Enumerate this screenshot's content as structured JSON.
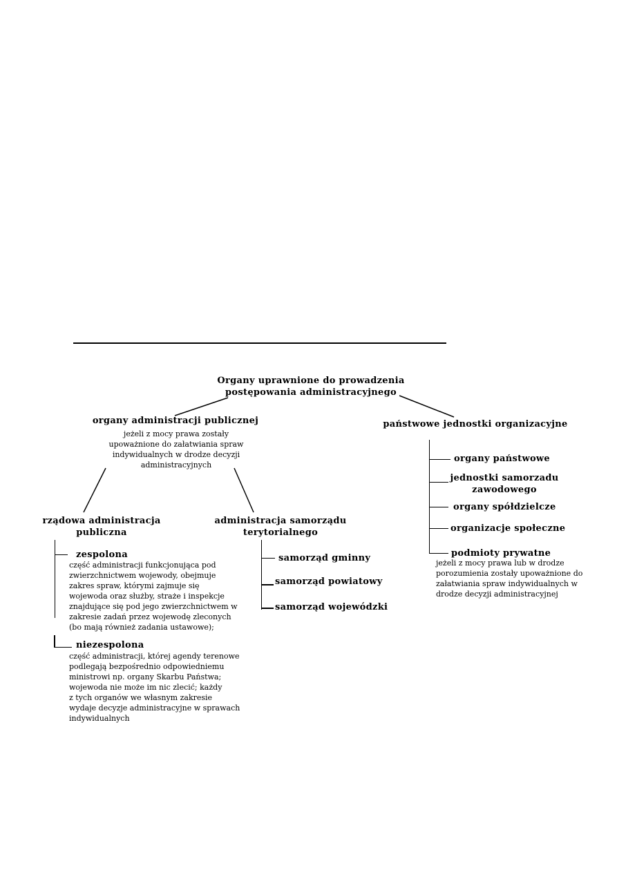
{
  "root": {
    "title_line1": "Organy uprawnione do prowadzenia",
    "title_line2": "postępowania administracyjnego"
  },
  "left_branch": {
    "title": "organy administracji publicznej",
    "note": [
      "jeżeli z mocy prawa zostały",
      "upoważnione do załatwiania spraw",
      "indywidualnych w drodze decyzji",
      "administracyjnych"
    ]
  },
  "right_branch": {
    "title": "państwowe jednostki organizacyjne",
    "items": [
      {
        "label": "organy państwowe"
      },
      {
        "label_line1": "jednostki samorzadu",
        "label_line2": "zawodowego"
      },
      {
        "label": "organy spółdzielcze"
      },
      {
        "label": "organizacje społeczne"
      },
      {
        "label": "podmioty prywatne",
        "note": [
          "jeżeli z mocy prawa lub w drodze",
          "porozumienia zostały upoważnione do",
          "załatwiania spraw indywidualnych w",
          "drodze decyzji administracyjnej"
        ]
      }
    ]
  },
  "gov_admin": {
    "title_line1": "rządowa administracja",
    "title_line2": "publiczna",
    "zespolona": {
      "label": "zespolona",
      "note": [
        "część administracji funkcjonująca pod",
        "zwierzchnictwem wojewody, obejmuje",
        "zakres spraw, którymi zajmuje się",
        "wojewoda oraz służby, straże i inspekcje",
        "znajdujące się pod jego zwierzchnictwem w",
        "zakresie zadań przez wojewodę zleconych",
        "(bo mają również zadania ustawowe);"
      ]
    },
    "niezespolona": {
      "label": "niezespolona",
      "note": [
        "część administracji, której agendy terenowe",
        "podlegają bezpośrednio odpowiedniemu",
        "ministrowi np. organy Skarbu Państwa;",
        "wojewoda nie może im nic zlecić; każdy",
        "z tych organów we własnym zakresie",
        "wydaje decyzje administracyjne w sprawach",
        "indywidualnych"
      ]
    }
  },
  "local_admin": {
    "title_line1": "administracja samorządu",
    "title_line2": "terytorialnego",
    "items": [
      "samorząd gminny",
      "samorząd powiatowy",
      "samorząd wojewódzki"
    ]
  }
}
